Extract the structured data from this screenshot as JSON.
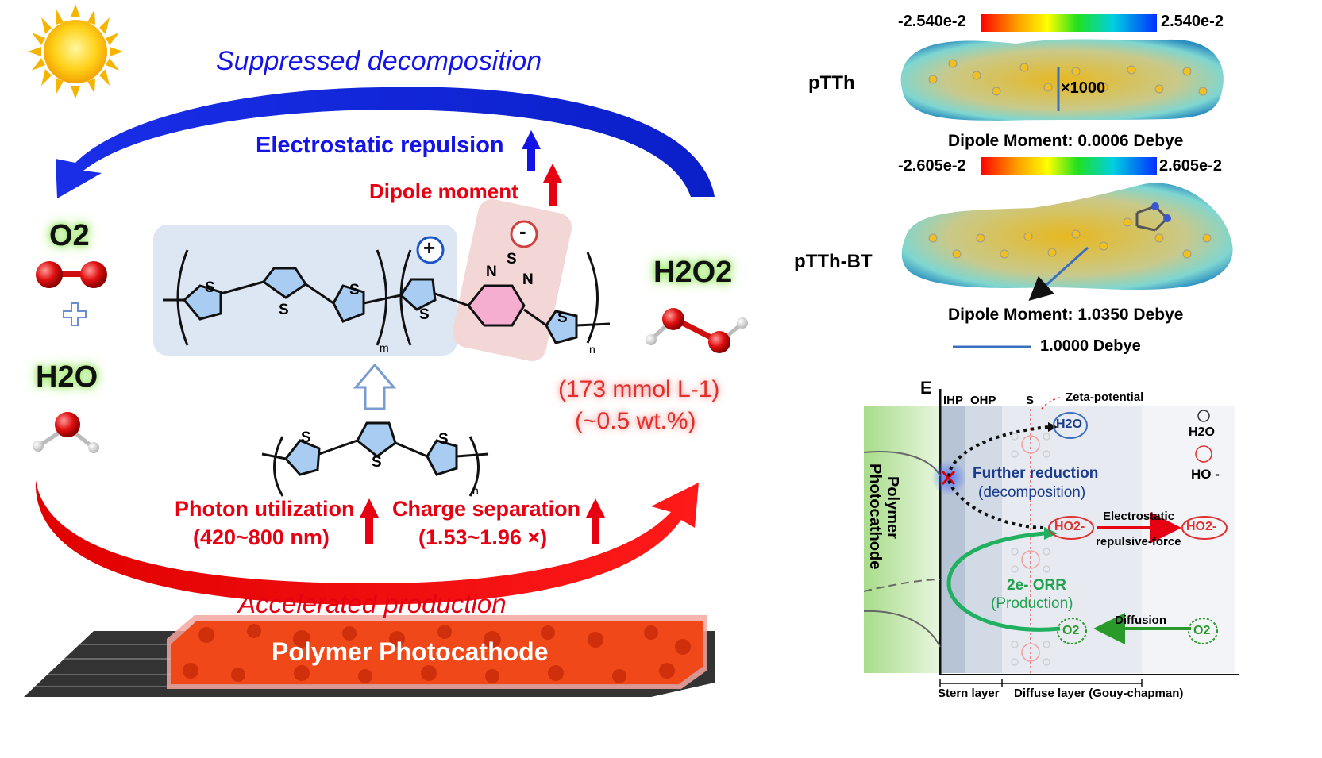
{
  "left": {
    "top_arc_label": "Suppressed decomposition",
    "repulsion_label": "Electrostatic repulsion",
    "dipole_label": "Dipole moment",
    "o2_label": "O2",
    "h2o_label": "H2O",
    "h2o2_label": "H2O2",
    "concentration": "(173 mmol L-1)",
    "wt_percent": "(~0.5 wt.%)",
    "photon_label": "Photon utilization",
    "photon_range": "(420~800 nm)",
    "charge_label": "Charge  separation",
    "charge_range": "(1.53~1.96 ×)",
    "bottom_arc_label": "Accelerated production",
    "device_label": "Polymer  Photocathode",
    "polymer_sub_m": "m",
    "polymer_sub_n": "n",
    "atom_s": "S",
    "atom_n": "N",
    "plus_sign": "+",
    "minus_sign": "-"
  },
  "esp": {
    "ptth_label": "pTTh",
    "ptth_min": "-2.540e-2",
    "ptth_max": "2.540e-2",
    "ptth_scale": "×1000",
    "ptth_dipole": "Dipole Moment: 0.0006 Debye",
    "ptthbt_label": "pTTh-BT",
    "ptthbt_min": "-2.605e-2",
    "ptthbt_max": "2.605e-2",
    "ptthbt_dipole": "Dipole Moment: 1.0350 Debye",
    "reference": "1.0000 Debye"
  },
  "edl": {
    "axis_e": "E",
    "ihp": "IHP",
    "ohp": "OHP",
    "s": "S",
    "zeta": "Zeta-potential",
    "h2o": "H2O",
    "legend_h2o": "H2O",
    "legend_ho": "HO -",
    "further": "Further reduction",
    "decomposition": "(decomposition)",
    "cathode_line1": "Polymer",
    "cathode_line2": "Photocathode",
    "ho2": "HO2-",
    "ho2_right": "HO2-",
    "electrostatic": "Electrostatic",
    "repulsive": "repulsive-force",
    "orr": "2e- ORR",
    "production": "(Production)",
    "diffusion": "Diffusion",
    "o2": "O2",
    "o2_right": "O2",
    "stern": "Stern layer",
    "diffuse": "Diffuse layer (Gouy-chapman)"
  },
  "colors": {
    "red": "#e60012",
    "blue": "#1414e6",
    "green": "#22b14c"
  }
}
